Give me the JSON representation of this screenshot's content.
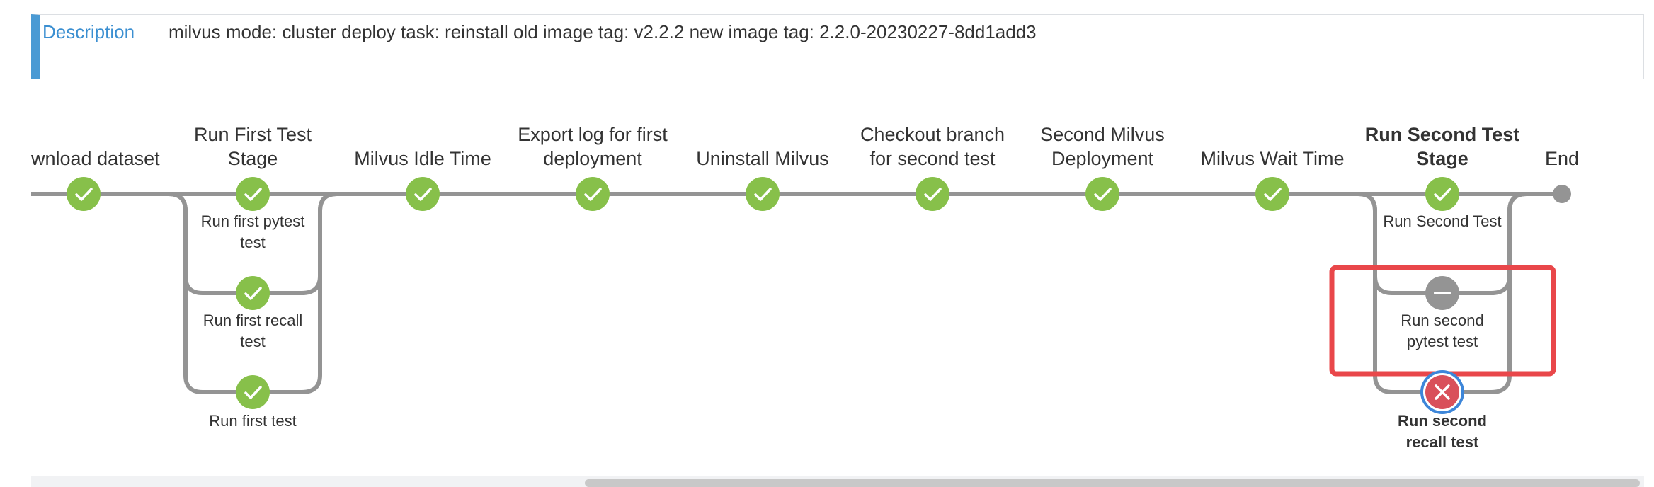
{
  "description": {
    "label": "Description",
    "text": "milvus mode: cluster deploy task: reinstall old image tag: v2.2.2 new image tag: 2.2.0-20230227-8dd1add3"
  },
  "stages": [
    {
      "title": [
        "wnload dataset"
      ],
      "status": "success",
      "bold": false
    },
    {
      "title": [
        "Run First Test",
        "Stage"
      ],
      "status": "success",
      "bold": false,
      "branches": [
        {
          "label": [
            "Run first pytest",
            "test"
          ],
          "status": "success"
        },
        {
          "label": [
            "Run first recall",
            "test"
          ],
          "status": "success"
        },
        {
          "label": [
            "Run first test"
          ],
          "status": "success"
        }
      ]
    },
    {
      "title": [
        "Milvus Idle Time"
      ],
      "status": "success",
      "bold": false
    },
    {
      "title": [
        "Export log for first",
        "deployment"
      ],
      "status": "success",
      "bold": false
    },
    {
      "title": [
        "Uninstall Milvus"
      ],
      "status": "success",
      "bold": false
    },
    {
      "title": [
        "Checkout branch",
        "for second test"
      ],
      "status": "success",
      "bold": false
    },
    {
      "title": [
        "Second Milvus",
        "Deployment"
      ],
      "status": "success",
      "bold": false
    },
    {
      "title": [
        "Milvus Wait Time"
      ],
      "status": "success",
      "bold": false
    },
    {
      "title": [
        "Run Second Test",
        "Stage"
      ],
      "status": "success",
      "bold": true,
      "branches": [
        {
          "label": [
            "Run Second Test"
          ],
          "status": "success"
        },
        {
          "label": [
            "Run second",
            "pytest test"
          ],
          "status": "skipped"
        },
        {
          "label": [
            "Run second",
            "recall test"
          ],
          "status": "failed",
          "selected": true
        }
      ]
    },
    {
      "title": [
        "End"
      ],
      "status": "end",
      "bold": false
    }
  ],
  "colors": {
    "success": "#87c04a",
    "failed": "#d9505a",
    "skipped": "#949494",
    "line": "#949494",
    "highlight": "#e9474a",
    "selected_ring": "#3d86d9"
  }
}
